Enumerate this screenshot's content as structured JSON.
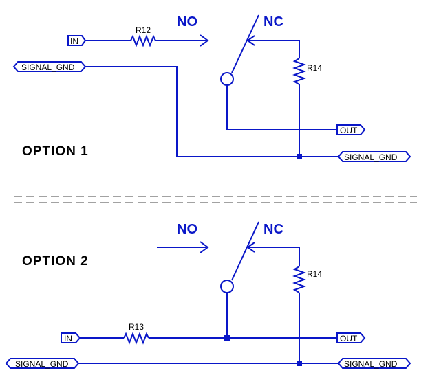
{
  "colors": {
    "wire": "#0a17c8",
    "text": "#000000",
    "separator": "#6a6a6a"
  },
  "option1": {
    "title": "OPTION 1",
    "no_label": "NO",
    "nc_label": "NC",
    "in_label": "IN",
    "signal_gnd_left": "SIGNAL_GND",
    "signal_gnd_right": "SIGNAL_GND",
    "out_label": "OUT",
    "r12_label": "R12",
    "r14_label": "R14"
  },
  "option2": {
    "title": "OPTION 2",
    "no_label": "NO",
    "nc_label": "NC",
    "in_label": "IN",
    "signal_gnd_left": "SIGNAL_GND",
    "signal_gnd_right": "SIGNAL_GND",
    "out_label": "OUT",
    "r13_label": "R13",
    "r14_label": "R14"
  }
}
